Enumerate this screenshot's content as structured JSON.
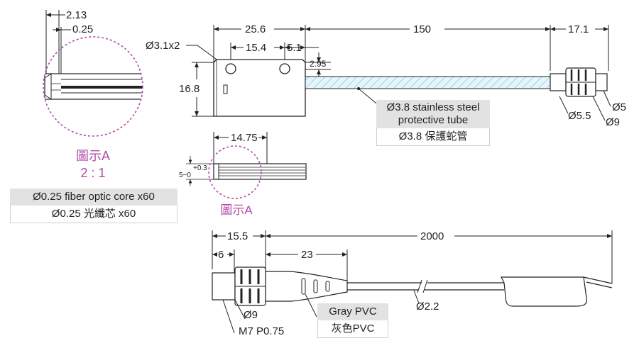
{
  "dimensions": {
    "d_2_13": "2.13",
    "d_0_25": "0.25",
    "d_25_6": "25.6",
    "d_150": "150",
    "d_17_1": "17.1",
    "hole_spec": "Ø3.1x2",
    "d_15_4": "15.4",
    "d_5_1": "5.1",
    "d_2_95": "2.95",
    "d_16_8": "16.8",
    "d_14_75": "14.75",
    "tol_plus": "+0.3",
    "tol_base": "5−0",
    "d_phi5": "Ø5",
    "d_phi5_5": "Ø5.5",
    "d_phi9_top": "Ø9",
    "d_15_5": "15.5",
    "d_2000": "2000",
    "d_6": "6",
    "d_23": "23",
    "d_phi9_bottom": "Ø9",
    "d_phi2_2": "Ø2.2",
    "thread": "M7  P0.75"
  },
  "labels": {
    "detail_a_title": "圖示A",
    "detail_a_scale": "2 : 1",
    "detail_a_small": "圖示A",
    "fiber_core_en": "Ø0.25 fiber optic core x60",
    "fiber_core_zh": "Ø0.25 光纖芯 x60",
    "tube_en_line1": "Ø3.8 stainless steel",
    "tube_en_line2": "protective tube",
    "tube_zh": "Ø3.8 保護蛇管",
    "cable_en": "Gray PVC",
    "cable_zh": "灰色PVC"
  },
  "colors": {
    "line": "#222222",
    "detail_circle": "#b24aa6",
    "tube_fill": "#e6f5fa",
    "tube_hatch": "#4fb7c8",
    "label_bg": "#e2e2e2"
  }
}
